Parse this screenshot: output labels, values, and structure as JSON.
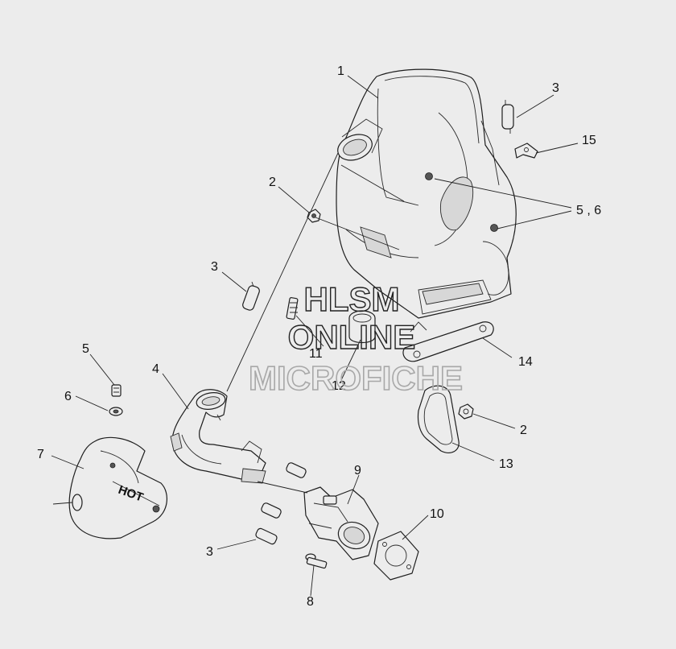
{
  "diagram": {
    "callouts": {
      "c1": "1",
      "c2a": "2",
      "c2b": "2",
      "c3a": "3",
      "c3b": "3",
      "c3c": "3",
      "c4": "4",
      "c5": "5",
      "c56": "5 , 6",
      "c6": "6",
      "c7": "7",
      "c8": "8",
      "c9": "9",
      "c10": "10",
      "c11": "11",
      "c12": "12",
      "c13": "13",
      "c14": "14",
      "c15": "15"
    },
    "heat_shield_text": "HOT"
  },
  "watermark": {
    "line1": "HLSM",
    "line2": "ONLINE",
    "line3": "MICROFICHE"
  }
}
